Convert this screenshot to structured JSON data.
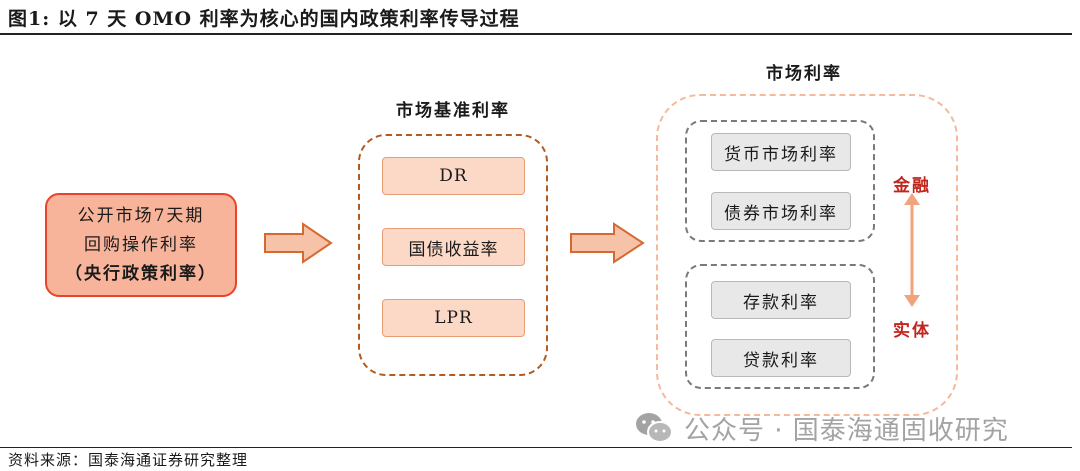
{
  "figure_title": "图1:  以 7 天 OMO 利率为核心的国内政策利率传导过程",
  "policy_rate": {
    "line1": "公开市场7天期",
    "line2": "回购操作利率",
    "line3": "（央行政策利率）"
  },
  "benchmark": {
    "heading": "市场基准利率",
    "items": [
      "DR",
      "国债收益率",
      "LPR"
    ]
  },
  "market": {
    "heading": "市场利率",
    "financial_group": [
      "货币市场利率",
      "债券市场利率"
    ],
    "real_group": [
      "存款利率",
      "贷款利率"
    ],
    "financial_label": "金融",
    "real_label": "实体"
  },
  "source_note": "资料来源：国泰海通证券研究整理",
  "watermark": "公众号 · 国泰海通固收研究",
  "colors": {
    "policy_fill": "#f7b49a",
    "policy_border": "#e8442a",
    "benchmark_fill": "#fcd8c6",
    "benchmark_border": "#b15b20",
    "market_border": "#f6b99a",
    "group_border": "#7a7a7a",
    "arrow_fill": "#f7c3a8",
    "arrow_stroke": "#d5692f",
    "accent_red": "#c0261d"
  },
  "icons": [
    "wechat-icon",
    "right-arrow-icon",
    "double-arrow-icon"
  ]
}
